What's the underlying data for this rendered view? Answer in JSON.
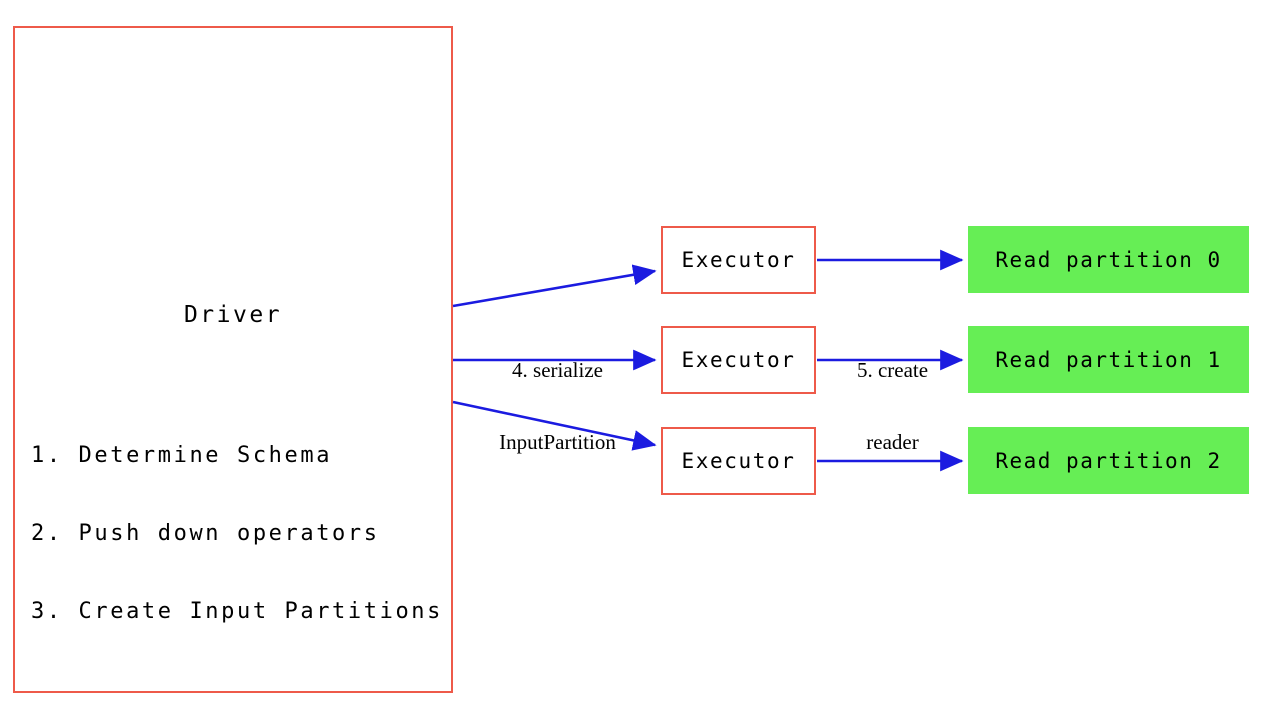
{
  "diagram": {
    "title_text": "Driver",
    "colors": {
      "box_border_red": "#ee5a4a",
      "partition_green": "#66ee55",
      "arrow_blue": "#1b1be0",
      "text_black": "#000000",
      "background": "#ffffff"
    },
    "driver": {
      "label": "Driver",
      "steps": [
        "1. Determine Schema",
        "2. Push down operators",
        "3. Create Input Partitions"
      ]
    },
    "executors": [
      {
        "label": "Executor"
      },
      {
        "label": "Executor"
      },
      {
        "label": "Executor"
      }
    ],
    "partitions": [
      {
        "label": "Read partition 0"
      },
      {
        "label": "Read partition 1"
      },
      {
        "label": "Read partition 2"
      }
    ],
    "edge_labels": {
      "serialize": {
        "line1": "4. serialize",
        "line2": "InputPartition"
      },
      "create_reader": {
        "line1": "5. create",
        "line2": "reader"
      }
    }
  }
}
